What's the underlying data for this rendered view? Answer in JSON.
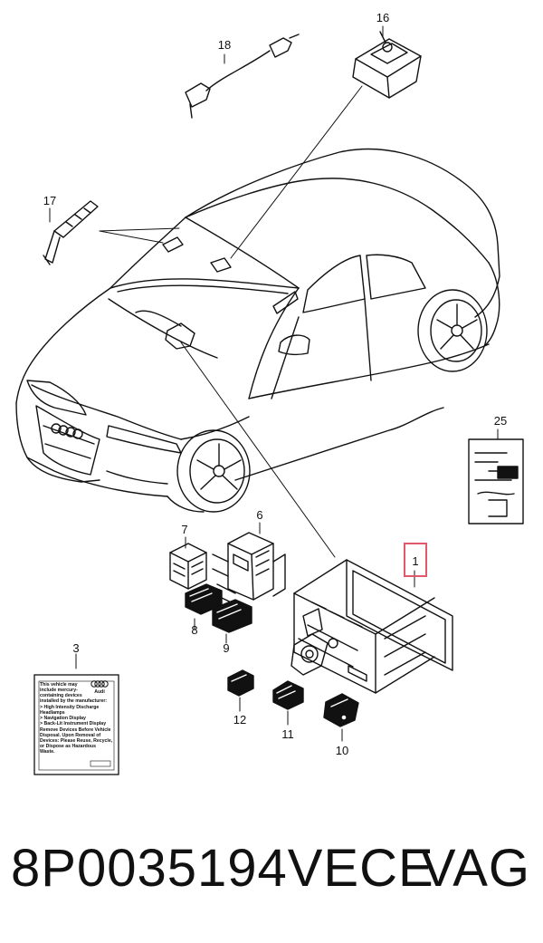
{
  "callouts": {
    "c1": "1",
    "c3": "3",
    "c6": "6",
    "c7": "7",
    "c8": "8",
    "c9": "9",
    "c10": "10",
    "c11": "11",
    "c12": "12",
    "c16": "16",
    "c17": "17",
    "c18": "18",
    "c25": "25"
  },
  "highlight_color": "#e05a6a",
  "warning_label": {
    "brand": "Audi",
    "lines": [
      "This vehicle may",
      "include mercury-",
      "containing devices",
      "installed by the manufacturer:",
      "> High Intensity Discharge",
      "   Headlamps",
      "> Navigation Display",
      "> Back-Lit Instrument Display",
      "Remove Devices Before Vehicle",
      "Disposal. Upon Removal of",
      "Devices: Please Reuse, Recycle,",
      "or Dispose as Hazardous",
      "Waste."
    ]
  },
  "caption": {
    "part_number": "8P0035194VECE",
    "brand": "VAG"
  }
}
